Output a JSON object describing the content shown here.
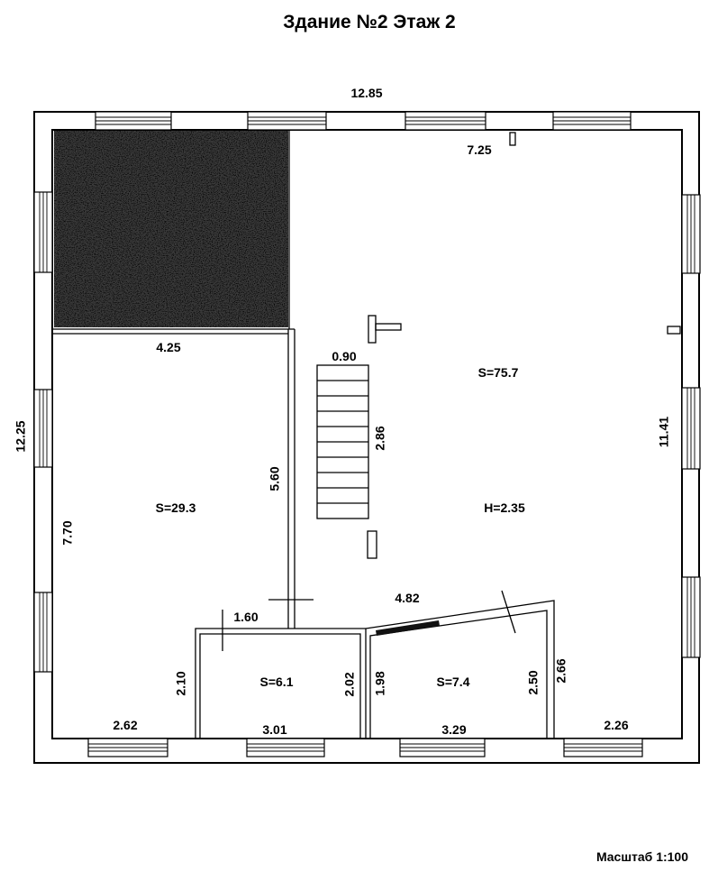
{
  "title": "Здание №2 Этаж 2",
  "scale": "Масштаб 1:100",
  "dimensions": {
    "top_width": "12.85",
    "right_width_inner": "7.25",
    "left_height": "12.25",
    "right_height": "11.41",
    "shaded_room_width": "4.25",
    "left_room_height": "7.70",
    "partition_length": "5.60",
    "stair_width": "0.90",
    "stair_length": "2.86",
    "diag_wall": "4.82",
    "door_segment": "1.60",
    "bottom_left": "2.62",
    "bottom_room1": "3.01",
    "bottom_room2": "3.29",
    "bottom_right": "2.26",
    "room1_left_h": "2.10",
    "room1_right_h": "2.02",
    "room2_left_h": "1.98",
    "room2_right_a": "2.50",
    "room2_right_b": "2.66"
  },
  "rooms": {
    "left_area": "S=29.3",
    "main_area": "S=75.7",
    "main_height": "H=2.35",
    "small1_area": "S=6.1",
    "small2_area": "S=7.4"
  }
}
